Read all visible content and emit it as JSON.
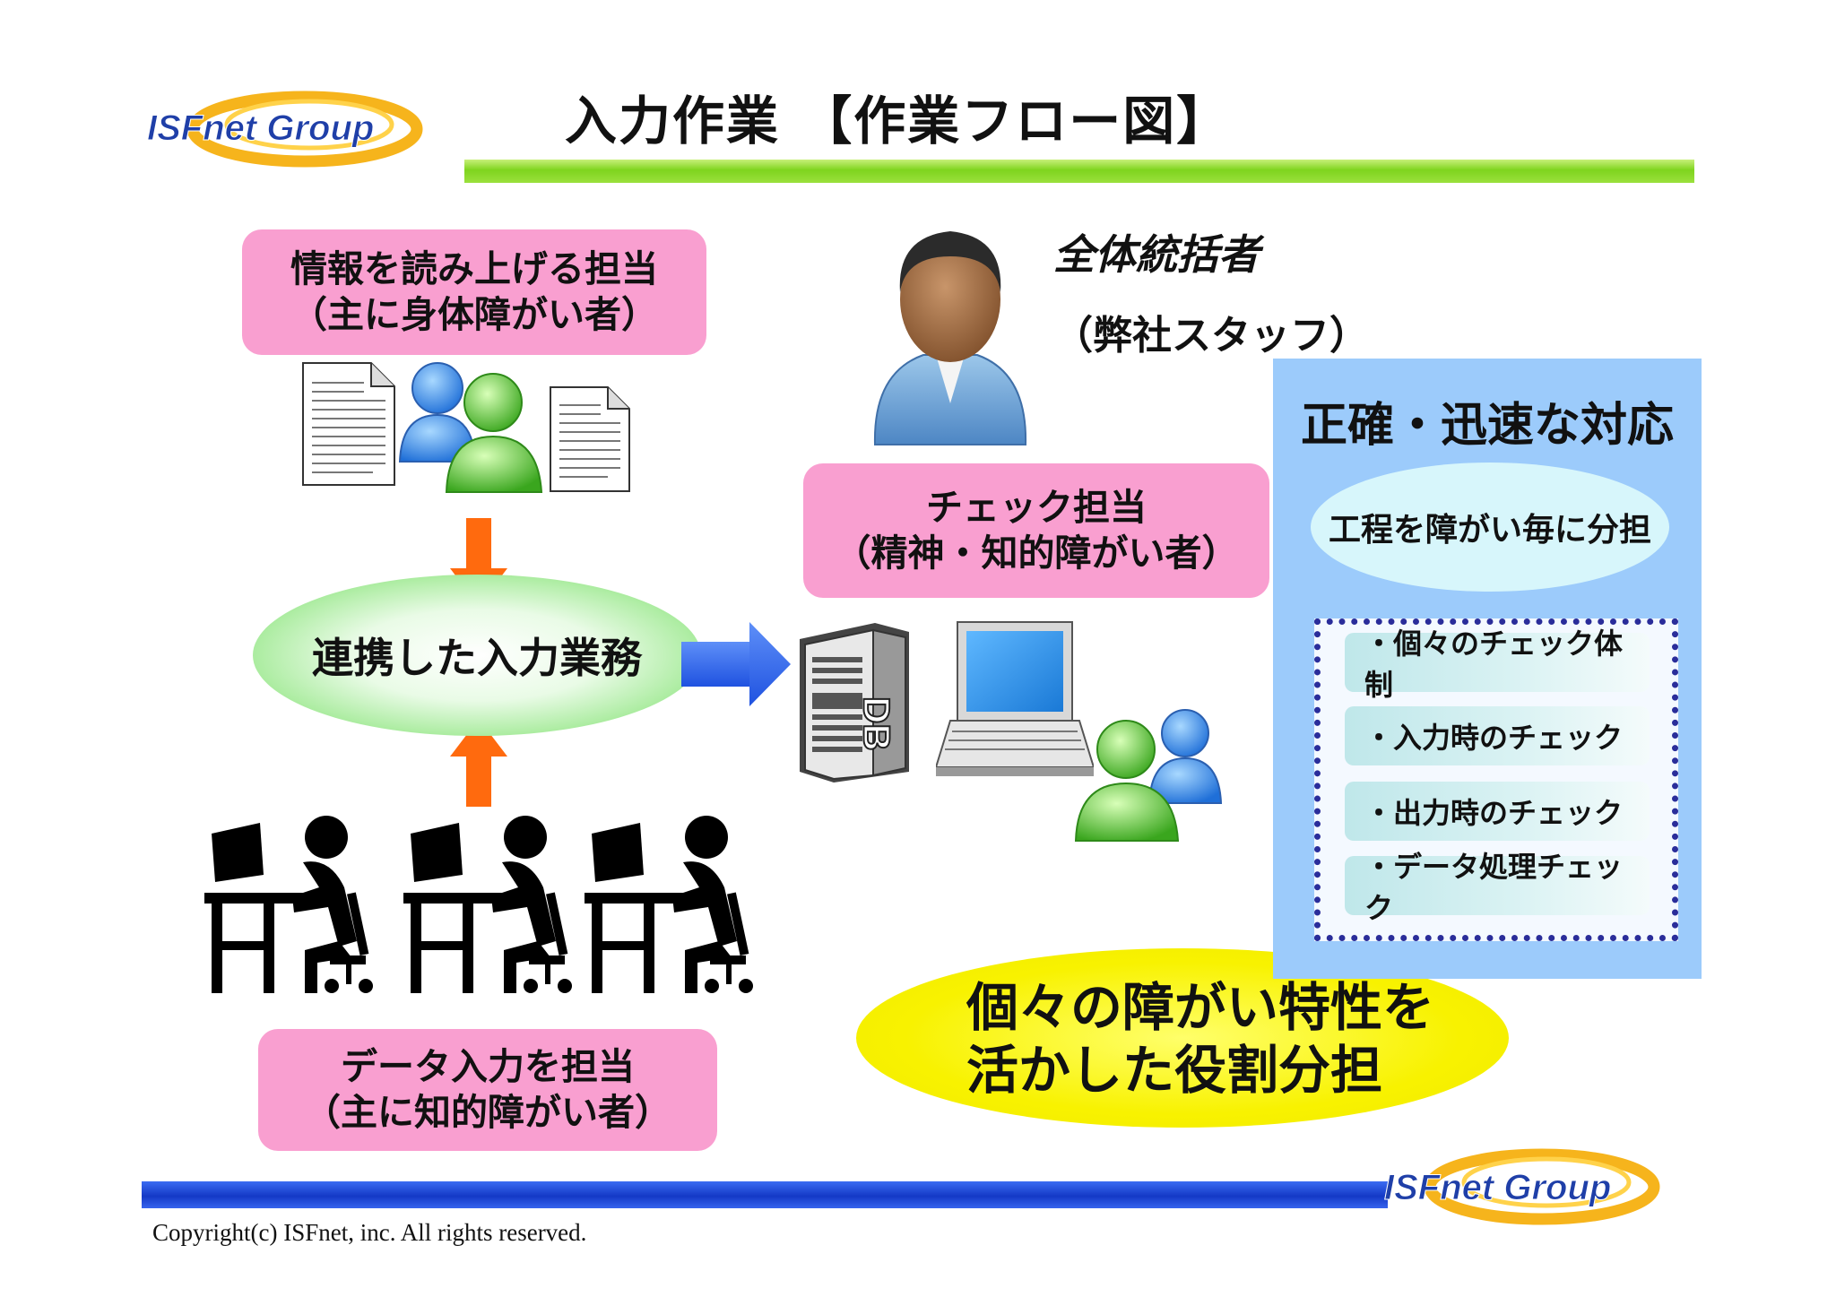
{
  "header": {
    "logo_text": "ISFnet Group",
    "title": "入力作業 【作業フロー図】"
  },
  "colors": {
    "pink_box": "#f99fd0",
    "green_bar": "#7fd41e",
    "blue_panel": "#9ccbfb",
    "orange_arrow": "#ff6a0e",
    "blue_arrow": "#2f6bf0",
    "yellow_ellipse": "#f8f200",
    "footer_bar": "#1439c6"
  },
  "reader_box": {
    "line1": "情報を読み上げる担当",
    "line2": "（主に身体障がい者）"
  },
  "center": {
    "label": "連携した入力業務"
  },
  "input_box": {
    "line1": "データ入力を担当",
    "line2": "（主に知的障がい者）"
  },
  "overseer": {
    "title": "全体統括者",
    "sub": "（弊社スタッフ）"
  },
  "check_box": {
    "line1": "チェック担当",
    "line2": "（精神・知的障がい者）"
  },
  "db_label": "DB",
  "panel": {
    "title": "正確・迅速な対応",
    "ellipse": "工程を障がい毎に分担",
    "items": [
      {
        "label": "・個々のチェック体制"
      },
      {
        "label": "・入力時のチェック"
      },
      {
        "label": "・出力時のチェック"
      },
      {
        "label": "・データ処理チェック"
      }
    ]
  },
  "bottom_ellipse": {
    "line1": "個々の障がい特性を",
    "line2": "活かした役割分担"
  },
  "footer": {
    "copyright": "Copyright(c) ISFnet, inc. All rights reserved."
  },
  "icons": {
    "logo": "isfnet-logo-icon",
    "document": "document-icon",
    "users": "users-icon",
    "person": "person-icon",
    "database": "database-server-icon",
    "laptop": "laptop-icon",
    "worker": "worker-at-desk-icon"
  }
}
